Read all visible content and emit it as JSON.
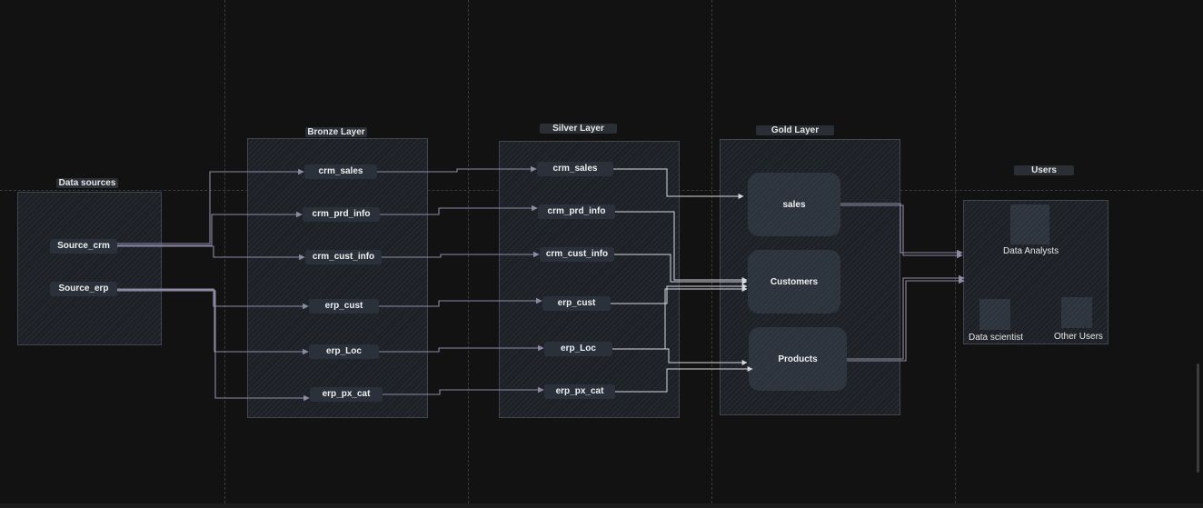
{
  "colors": {
    "background": "#121213",
    "panel": "#1d2126",
    "node": "#2b313a",
    "arrow": "#8e8aa6",
    "arrow_light": "#d8d8e0"
  },
  "layers": {
    "sources": {
      "label": "Data sources",
      "nodes": [
        "Source_crm",
        "Source_erp"
      ]
    },
    "bronze": {
      "label": "Bronze Layer",
      "nodes": [
        "crm_sales",
        "crm_prd_info",
        "crm_cust_info",
        "erp_cust",
        "erp_Loc",
        "erp_px_cat"
      ]
    },
    "silver": {
      "label": "Silver Layer",
      "nodes": [
        "crm_sales",
        "crm_prd_info",
        "crm_cust_info",
        "erp_cust",
        "erp_Loc",
        "erp_px_cat"
      ]
    },
    "gold": {
      "label": "Gold Layer",
      "nodes": [
        "sales",
        "Customers",
        "Products"
      ]
    },
    "users": {
      "label": "Users",
      "items": [
        "Data Analysts",
        "Data scientist",
        "Other Users"
      ]
    }
  },
  "edges": [
    [
      "Source_crm",
      "bronze.crm_sales"
    ],
    [
      "Source_crm",
      "bronze.crm_prd_info"
    ],
    [
      "Source_crm",
      "bronze.crm_cust_info"
    ],
    [
      "Source_erp",
      "bronze.erp_cust"
    ],
    [
      "Source_erp",
      "bronze.erp_Loc"
    ],
    [
      "Source_erp",
      "bronze.erp_px_cat"
    ],
    [
      "bronze.crm_sales",
      "silver.crm_sales"
    ],
    [
      "bronze.crm_prd_info",
      "silver.crm_prd_info"
    ],
    [
      "bronze.crm_cust_info",
      "silver.crm_cust_info"
    ],
    [
      "bronze.erp_cust",
      "silver.erp_cust"
    ],
    [
      "bronze.erp_Loc",
      "silver.erp_Loc"
    ],
    [
      "bronze.erp_px_cat",
      "silver.erp_px_cat"
    ],
    [
      "silver.crm_sales",
      "gold.sales"
    ],
    [
      "silver.crm_prd_info",
      "gold.Customers"
    ],
    [
      "silver.crm_cust_info",
      "gold.Customers"
    ],
    [
      "silver.erp_cust",
      "gold.Customers"
    ],
    [
      "silver.erp_Loc",
      "gold.Customers"
    ],
    [
      "silver.erp_Loc",
      "gold.Products"
    ],
    [
      "silver.erp_px_cat",
      "gold.Products"
    ],
    [
      "gold.sales",
      "users"
    ],
    [
      "gold.Products",
      "users"
    ]
  ]
}
